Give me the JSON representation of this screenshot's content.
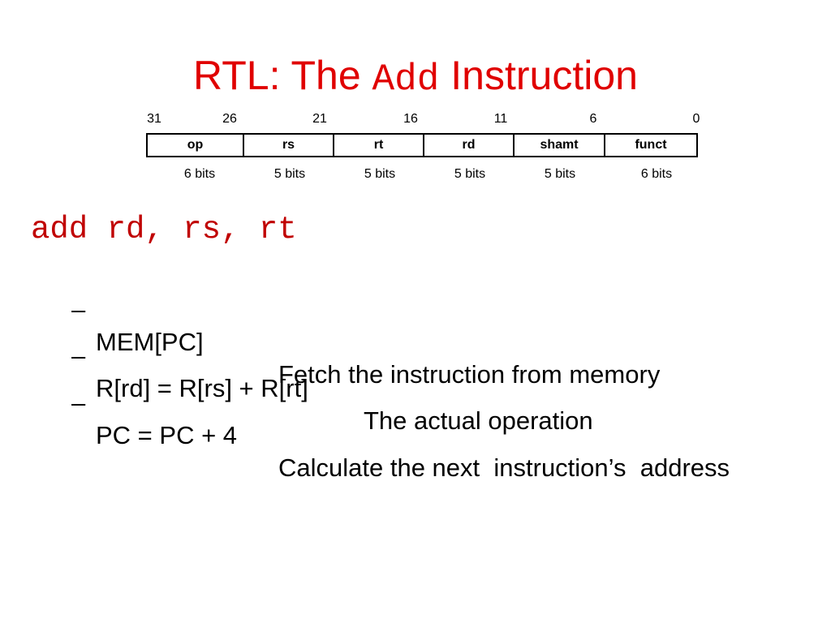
{
  "title": {
    "prefix": "RTL: The",
    "mono_word": "Add",
    "suffix": "Instruction"
  },
  "format": {
    "bit_positions": [
      "31",
      "26",
      "21",
      "16",
      "11",
      "6",
      "0"
    ],
    "fields": [
      {
        "name": "op",
        "size": "6 bits"
      },
      {
        "name": "rs",
        "size": "5 bits"
      },
      {
        "name": "rt",
        "size": "5 bits"
      },
      {
        "name": "rd",
        "size": "5 bits"
      },
      {
        "name": "shamt",
        "size": "5 bits"
      },
      {
        "name": "funct",
        "size": "6 bits"
      }
    ]
  },
  "assembly": "add rd, rs, rt",
  "steps": [
    {
      "dash": "–",
      "rtl": "MEM[PC]",
      "description": "Fetch the instruction from memory"
    },
    {
      "dash": "–",
      "rtl": "R[rd] = R[rs] + R[rt]",
      "description": "The actual operation"
    },
    {
      "dash": "–",
      "rtl": "PC = PC + 4",
      "description": "Calculate the next  instruction’s  address"
    }
  ],
  "colors": {
    "title": "#e00000",
    "assembly": "#c00000",
    "text": "#000000",
    "background": "#ffffff"
  }
}
